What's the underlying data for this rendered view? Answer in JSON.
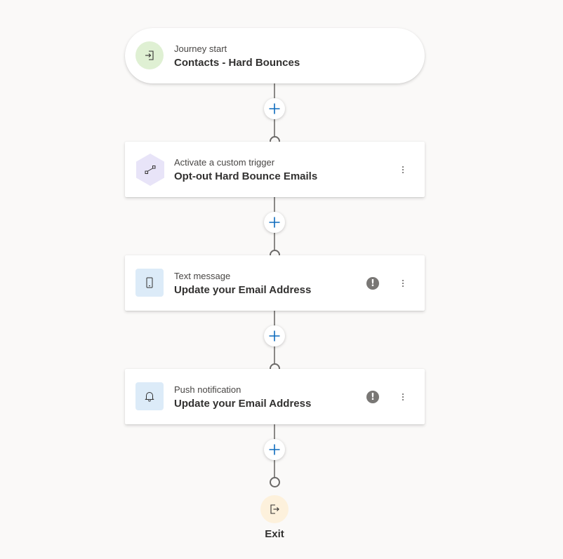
{
  "journey_start": {
    "subtitle": "Journey start",
    "title": "Contacts - Hard Bounces",
    "icon": "enter-icon",
    "icon_bg": "#dff0d3"
  },
  "steps": [
    {
      "subtitle": "Activate a custom trigger",
      "title": "Opt-out Hard Bounce Emails",
      "icon": "custom-trigger-icon",
      "icon_bg": "#e8e4f8",
      "has_warning": false
    },
    {
      "subtitle": "Text message",
      "title": "Update your Email Address",
      "icon": "phone-icon",
      "icon_bg": "#dcebf8",
      "has_warning": true,
      "warning_glyph": "!"
    },
    {
      "subtitle": "Push notification",
      "title": "Update your Email Address",
      "icon": "bell-icon",
      "icon_bg": "#dcebf8",
      "has_warning": true,
      "warning_glyph": "!"
    }
  ],
  "exit": {
    "label": "Exit",
    "icon": "exit-icon",
    "icon_bg": "#fdf1dc"
  },
  "colors": {
    "accent": "#0f6cbd",
    "connector": "#8a8886",
    "canvas_bg": "#faf9f8"
  }
}
